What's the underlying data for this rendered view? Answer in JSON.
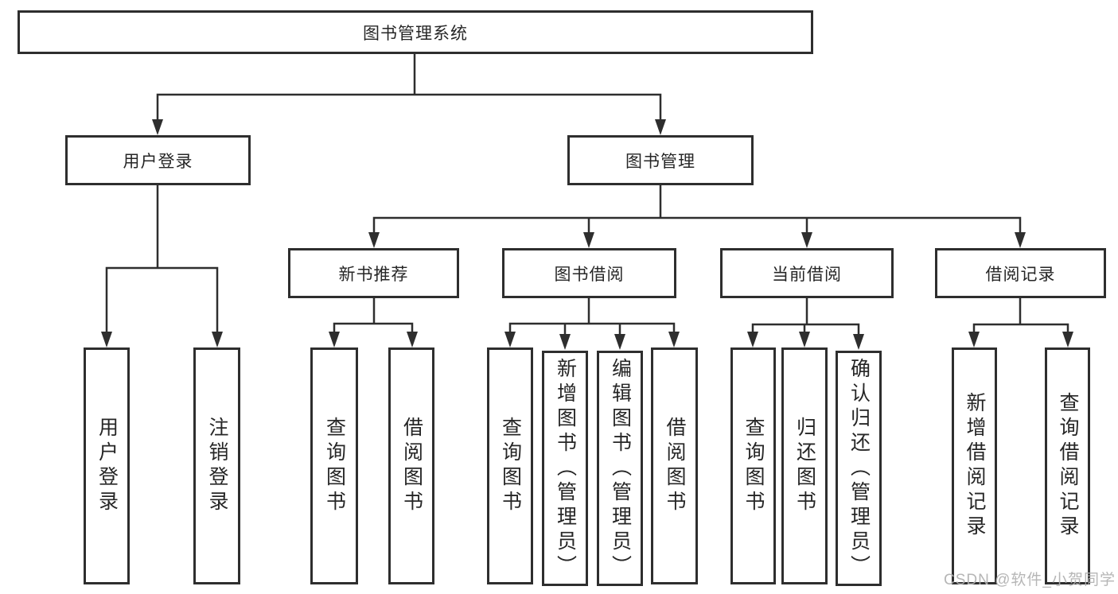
{
  "colors": {
    "line": "#2e2e2e",
    "text": "#262626",
    "watermark": "#b0b0b0",
    "background": "#ffffff"
  },
  "tree": {
    "root": {
      "label": "图书管理系统"
    },
    "branches": [
      {
        "label": "用户登录",
        "children": [
          "用户登录",
          "注销登录"
        ]
      },
      {
        "label": "图书管理",
        "groups": [
          {
            "label": "新书推荐",
            "children": [
              "查询图书",
              "借阅图书"
            ]
          },
          {
            "label": "图书借阅",
            "children": [
              "查询图书",
              "新增图书（管理员）",
              "编辑图书（管理员）",
              "借阅图书"
            ]
          },
          {
            "label": "当前借阅",
            "children": [
              "查询图书",
              "归还图书",
              "确认归还（管理员）"
            ]
          },
          {
            "label": "借阅记录",
            "children": [
              "新增借阅记录",
              "查询借阅记录"
            ]
          }
        ]
      }
    ]
  },
  "watermark": {
    "text": "CSDN @软件_小贺同学"
  }
}
